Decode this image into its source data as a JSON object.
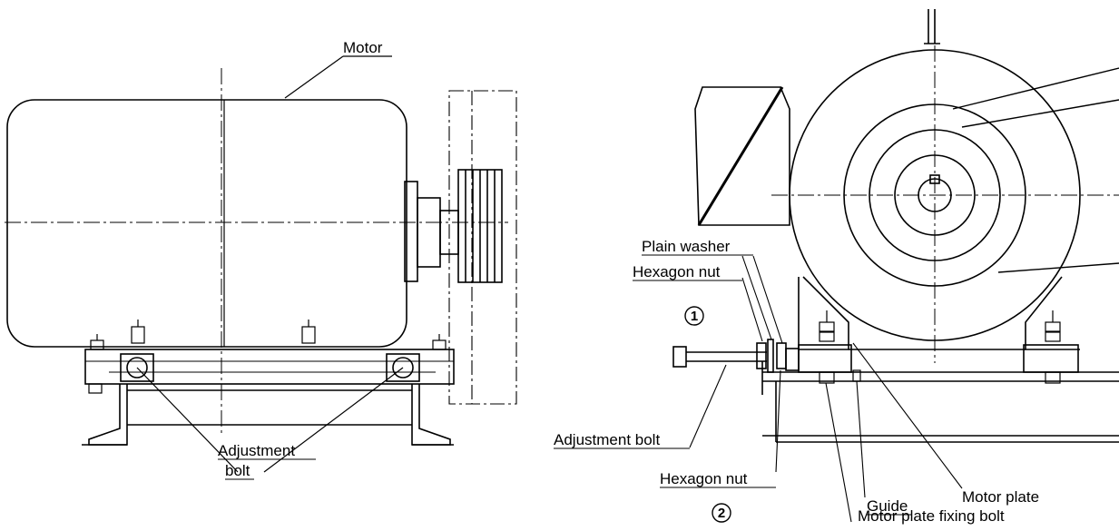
{
  "left_view": {
    "motor_label": "Motor",
    "adjustment_bolt_label_line1": "Adjustment",
    "adjustment_bolt_label_line2": "bolt"
  },
  "right_view": {
    "plain_washer_label": "Plain washer",
    "hexagon_nut_upper_label": "Hexagon nut",
    "marker_1": "1",
    "adjustment_bolt_label": "Adjustment bolt",
    "hexagon_nut_lower_label": "Hexagon nut",
    "marker_2": "2",
    "guide_label": "Guide",
    "motor_plate_label": "Motor plate",
    "motor_plate_fixing_bolt_label": "Motor plate fixing bolt"
  }
}
